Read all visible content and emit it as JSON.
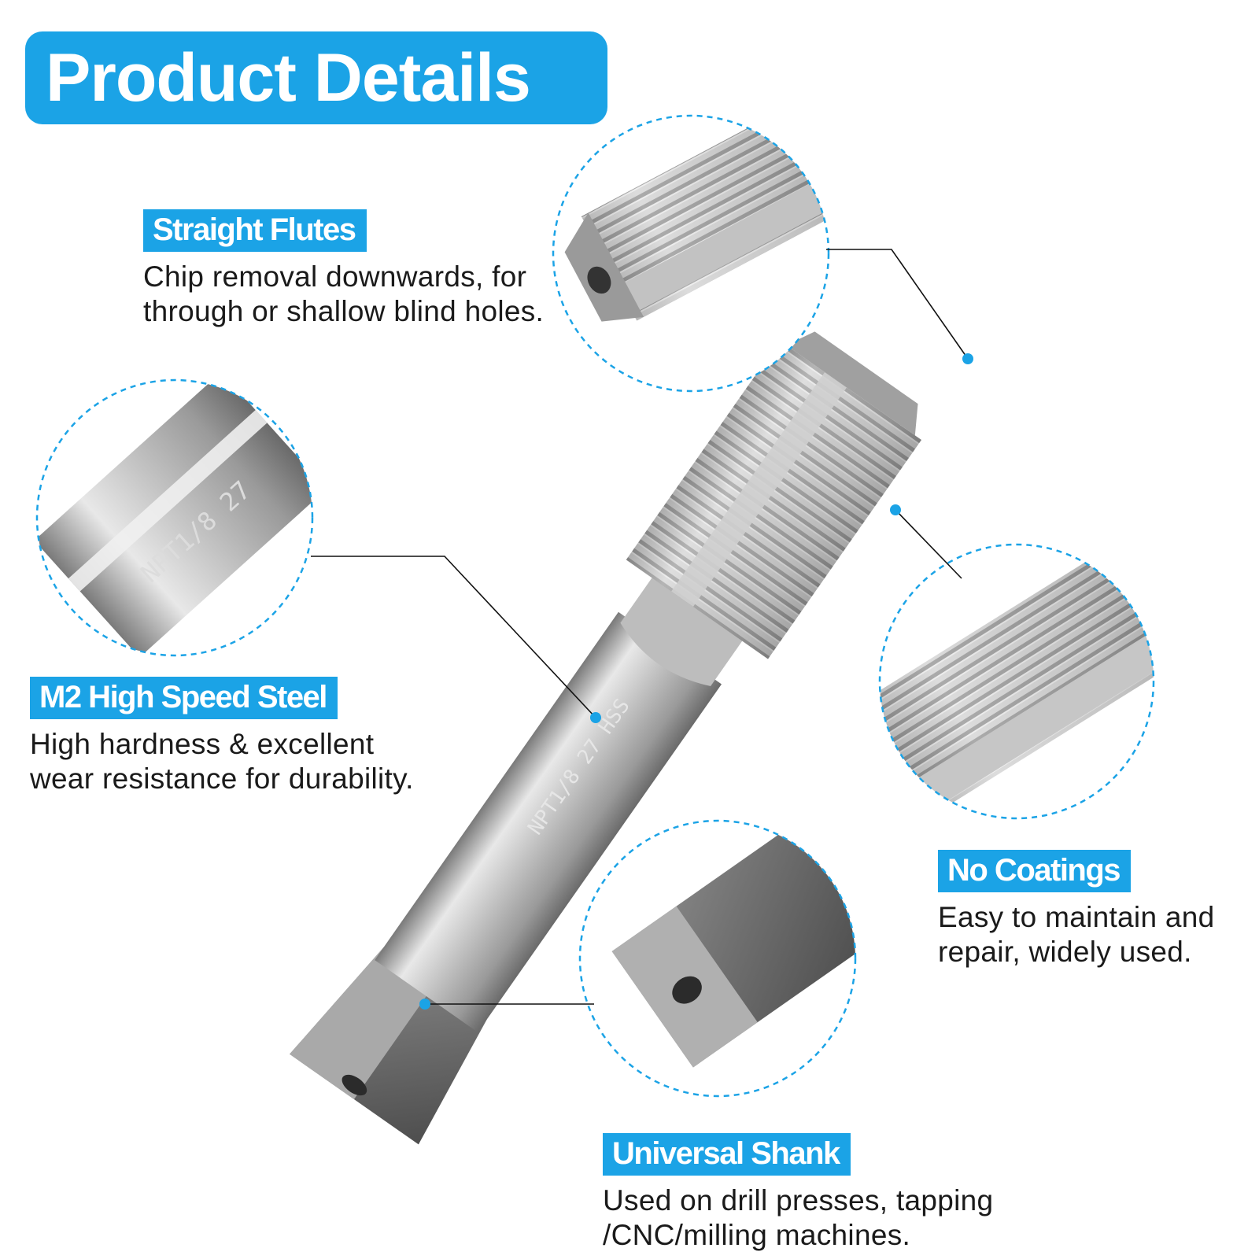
{
  "header": {
    "title": "Product Details"
  },
  "features": [
    {
      "id": "straight-flutes",
      "label": "Straight Flutes",
      "description": "Chip removal downwards, for\nthrough or shallow blind holes."
    },
    {
      "id": "m2-high-speed-steel",
      "label": "M2 High Speed Steel",
      "description": "High hardness & excellent\nwear resistance for durability."
    },
    {
      "id": "no-coatings",
      "label": "No Coatings",
      "description": "Easy to maintain and\nrepair, widely used."
    },
    {
      "id": "universal-shank",
      "label": "Universal Shank",
      "description": "Used on drill presses, tapping\n/CNC/milling machines."
    }
  ],
  "product": {
    "shank_engraving": "NPT1/8 27 HSS",
    "zoom_engraving": "NPT1/8 27"
  },
  "colors": {
    "accent": "#1ba3e6",
    "text": "#1a1a1a",
    "steel": "#b8b8b8"
  }
}
